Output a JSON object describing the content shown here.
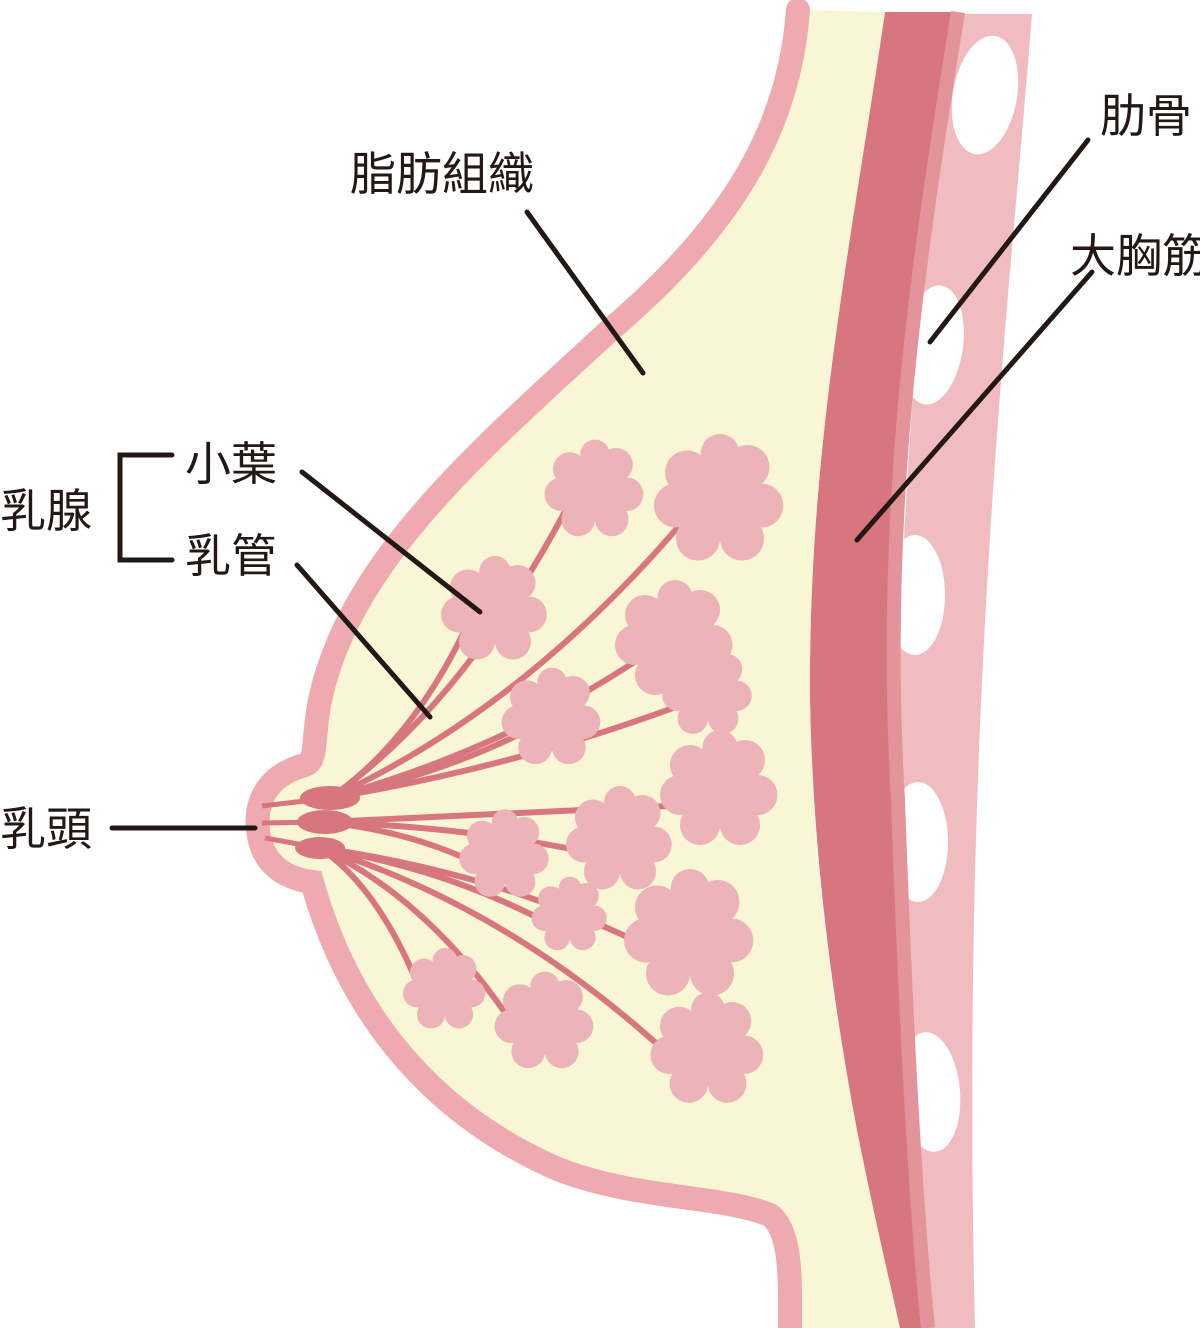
{
  "labels": {
    "fat_tissue": "脂肪組織",
    "rib": "肋骨",
    "pectoralis_major": "大胸筋",
    "mammary_gland": "乳腺",
    "lobule": "小葉",
    "milk_duct": "乳管",
    "nipple": "乳頭"
  },
  "colors": {
    "skin": "#eeaab0",
    "fat": "#f8f6d5",
    "muscle": "#d8767f",
    "muscle_edge": "#e3939a",
    "rib_band": "#f0bcc0",
    "rib": "#ffffff",
    "lobule": "#ecb3b8",
    "duct": "#d8767f",
    "text": "#231815"
  }
}
